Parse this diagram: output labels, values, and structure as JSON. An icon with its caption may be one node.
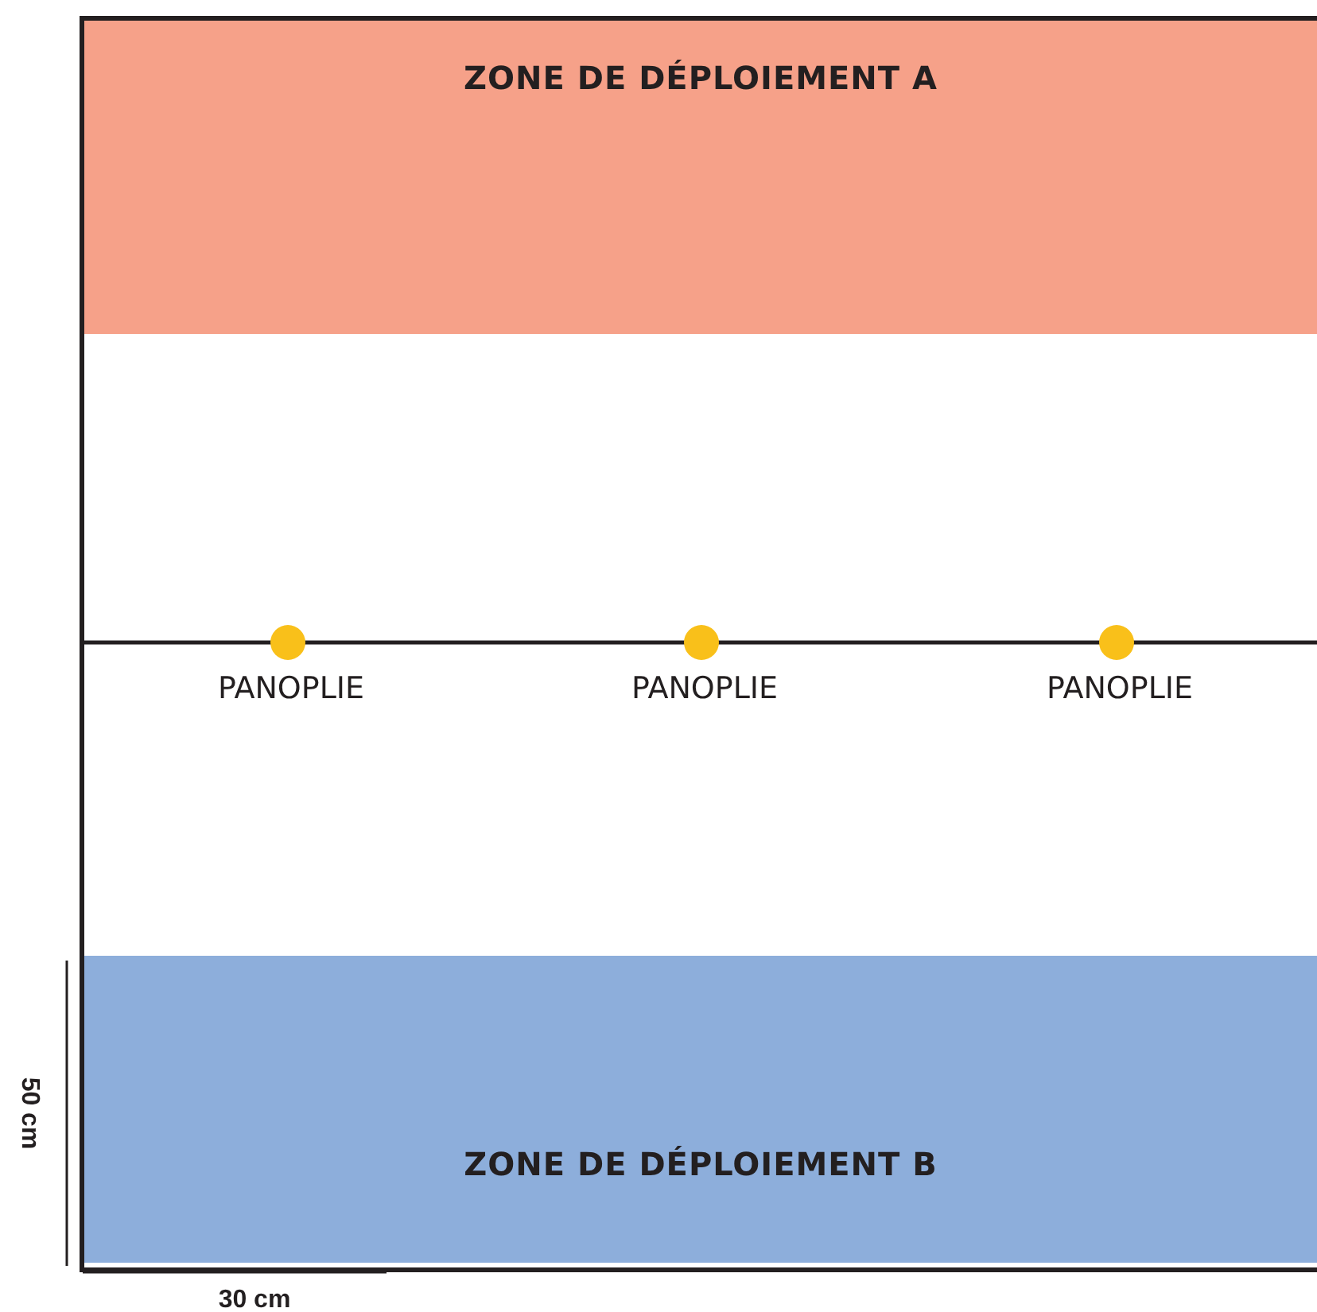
{
  "diagram": {
    "nodes": [
      {
        "text": [
          "ZONE DE DÉPLOIEMENT A"
        ]
      },
      {
        "text": [],
        "shape": "circle",
        "beside": [
          "PANOPLIE"
        ]
      },
      {
        "text": [],
        "shape": "circle",
        "beside": [
          "PANOPLIE"
        ]
      },
      {
        "text": [],
        "shape": "circle",
        "beside": [
          "PANOPLIE"
        ]
      },
      {
        "text": [
          "ZONE DE DÉPLOIEMENT B"
        ]
      }
    ],
    "edges": [],
    "labels": [
      "50 cm",
      "30 cm"
    ]
  }
}
